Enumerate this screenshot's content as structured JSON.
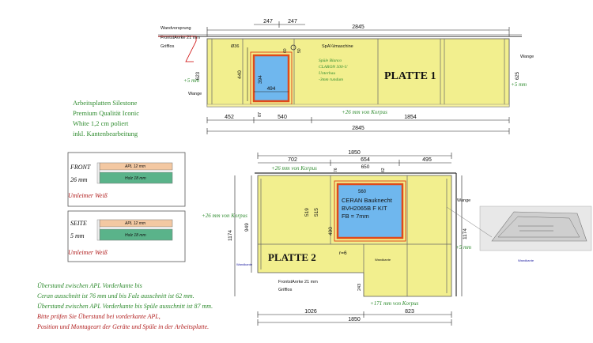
{
  "top": {
    "labels": {
      "wandvorsprung": "Wandvorsprung",
      "frontstaerke": "FrontstA¤rke 21 mm",
      "griffloss": "Grifflos",
      "spuelmaschine": "SpA¼lmaschine",
      "wange_left": "Wange",
      "wange_right": "Wange",
      "plate": "PLATTE 1",
      "sink_note": [
        "Spüle Blanco",
        "CLARON 500-U",
        "Unterbau",
        "-3mm  rundum"
      ],
      "korpus": "+26 mm von Korpus",
      "plus5_left": "+5 mm",
      "plus5_right": "+5 mm",
      "hole": "Ø36"
    },
    "dims": {
      "d247a": "247",
      "d247b": "247",
      "d2845_top": "2845",
      "d623": "623",
      "d625": "625",
      "d440": "440",
      "d394": "394",
      "d494": "494",
      "d60": "60",
      "d50": "50",
      "d87": "87",
      "d452": "452",
      "d540": "540",
      "d1854": "1854",
      "d2845_bot": "2845"
    }
  },
  "spec": {
    "lines": [
      "Arbeitsplatten Silestone",
      "Premium Qualität Iconic",
      "White 1,2 cm poliert",
      "inkl. Kantenbearbeitung"
    ]
  },
  "front": {
    "title": "FRONT",
    "apl": "APL 12 mm",
    "holz": "Holz 18 mm",
    "dim": "26 mm",
    "note": "Umleimer Weiß"
  },
  "seite": {
    "title": "SEITE",
    "apl": "APL 12 mm",
    "holz": "Holz 18 mm",
    "dim": "5 mm",
    "note": "Umleimer Weiß"
  },
  "bottom": {
    "labels": {
      "korpus_top": "+26 mm von Korpus",
      "korpus_left": "+26 mm von Korpus",
      "wange": "Wange",
      "plus5": "+5 mm",
      "plate": "PLATTE 2",
      "hob": [
        "CERAN Bauknecht",
        "BVH2065B F KIT",
        "FB = 7mm"
      ],
      "r6": "r=6",
      "wandkante_left": "Wandkante",
      "wandkante_mid": "Wandkante",
      "frontstaerke": "FrontstA¤rke 21 mm",
      "griffloss": "Grifflos",
      "korpus_bottom": "+171 mm von Korpus"
    },
    "dims": {
      "d1850_top": "1850",
      "d702": "702",
      "d654": "654",
      "d495": "495",
      "d76": "76",
      "d650": "650",
      "d62": "62",
      "d560": "560",
      "d519": "519",
      "d515": "515",
      "d490": "490",
      "d949": "949",
      "d1174_left": "1174",
      "d1174_right": "1174",
      "d243": "243",
      "d1026": "1026",
      "d823": "823",
      "d1850_bot": "1850"
    }
  },
  "inset": {
    "label": "Wandkante"
  },
  "notes": {
    "green": [
      "Überstand zwischen APL Vorderkante bis",
      "Ceran ausschnitt ist 76 mm und bis Falz ausschnitt ist 62 mm.",
      "Überstand zwischen APL Vorderkante bis Spüle ausschnitt ist 87 mm."
    ],
    "red": [
      "Bitte prüfen Sie Überstand bei vorderkante APL,",
      "Position und Montageart der Geräte und Spüle in der Arbeitsplatte."
    ]
  }
}
